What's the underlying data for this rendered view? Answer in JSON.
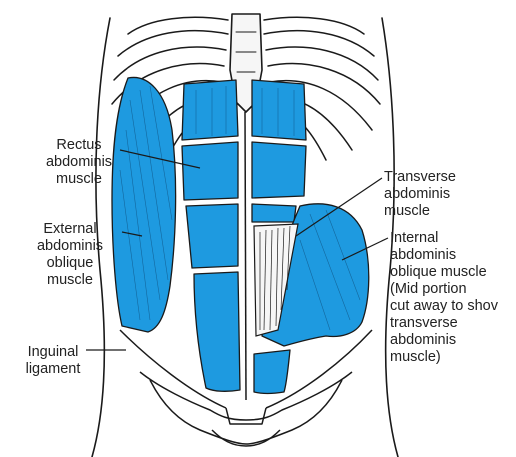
{
  "labels": {
    "rectus": "Rectus\nabdominis\nmuscle",
    "external": "External\nabdominis\noblique\nmuscle",
    "inguinal": "Inguinal\nligament",
    "transverse": "Transverse\nabdominis\nmuscle",
    "internal": "Internal\nabdominis\noblique muscle\n(Mid portion\ncut away to shov\ntransverse\nabdominis\nmuscle)"
  },
  "colors": {
    "muscle": "#1e9ae0",
    "line": "#1a1a1a",
    "tissue": "#f6f6f6"
  }
}
